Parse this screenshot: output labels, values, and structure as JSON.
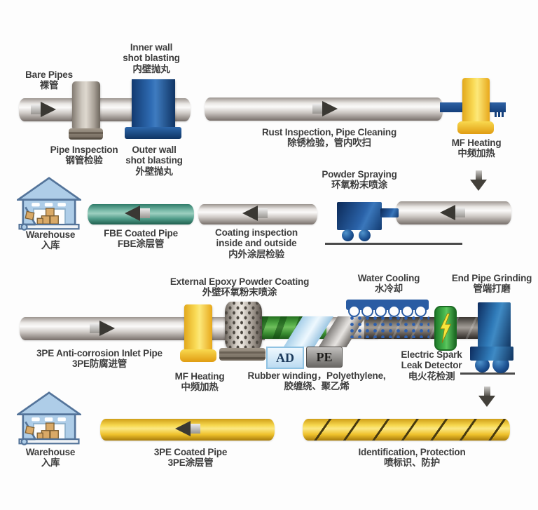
{
  "diagram": "3PE anti-corrosion pipe coating production process",
  "colors": {
    "text": "#3d3d3d",
    "steel_light": "#f5f4f3",
    "steel_dark": "#7d7672",
    "machine_blue": "#1d55a0",
    "heater_yellow": "#f8cf3e",
    "fbe_teal": "#4d9f8d",
    "epoxy_green": "#3f9a3b",
    "pe_yellow": "#f0c531",
    "dark_pipe": "#57524d",
    "detector_green": "#2fa23c",
    "spark_yellow": "#f6e53a",
    "warehouse_blue": "#aecde8",
    "box_tan": "#d9a967",
    "arrow_dark": "#3a3833"
  },
  "labels": {
    "bare_pipes": {
      "lines": [
        "Bare Pipes",
        "裸管"
      ]
    },
    "inner_wall": {
      "lines": [
        "Inner wall",
        "shot blasting",
        "内壁抛丸"
      ]
    },
    "pipe_inspection": {
      "lines": [
        "Pipe Inspection",
        "钢管检验"
      ]
    },
    "outer_wall": {
      "lines": [
        "Outer wall",
        "shot blasting",
        "外壁抛丸"
      ]
    },
    "rust_inspection": {
      "lines": [
        "Rust Inspection, Pipe Cleaning",
        "除锈检验，管内吹扫"
      ]
    },
    "mf_heating_1": {
      "lines": [
        "MF Heating",
        "中频加热"
      ]
    },
    "powder_spraying": {
      "lines": [
        "Powder Spraying",
        "环氧粉末喷涂"
      ]
    },
    "coating_inspection": {
      "lines": [
        "Coating inspection",
        "inside and outside",
        "内外涂层检验"
      ]
    },
    "fbe_coated_pipe": {
      "lines": [
        "FBE Coated Pipe",
        "FBE涂层管"
      ]
    },
    "warehouse_1": {
      "lines": [
        "Warehouse",
        "入库"
      ]
    },
    "external_epoxy": {
      "lines": [
        "External Epoxy Powder Coating",
        "外壁环氧粉末喷涂"
      ]
    },
    "water_cooling": {
      "lines": [
        "Water Cooling",
        "水冷却"
      ]
    },
    "end_pipe_grinding": {
      "lines": [
        "End Pipe Grinding",
        "管端打磨"
      ]
    },
    "inlet_3pe": {
      "lines": [
        "3PE Anti-corrosion Inlet Pipe",
        "3PE防腐进管"
      ]
    },
    "mf_heating_2": {
      "lines": [
        "MF Heating",
        "中频加热"
      ]
    },
    "rubber_winding": {
      "lines": [
        "Rubber winding，Polyethylene,",
        "胶缠绕、聚乙烯"
      ]
    },
    "electric_spark": {
      "lines": [
        "Electric Spark",
        "Leak Detector",
        "电火花检测"
      ]
    },
    "warehouse_2": {
      "lines": [
        "Warehouse",
        "入库"
      ]
    },
    "coated_3pe": {
      "lines": [
        "3PE Coated Pipe",
        "3PE涂层管"
      ]
    },
    "identification": {
      "lines": [
        "Identification, Protection",
        "喷标识、防护"
      ]
    },
    "band_ad": "AD",
    "band_pe": "PE"
  }
}
